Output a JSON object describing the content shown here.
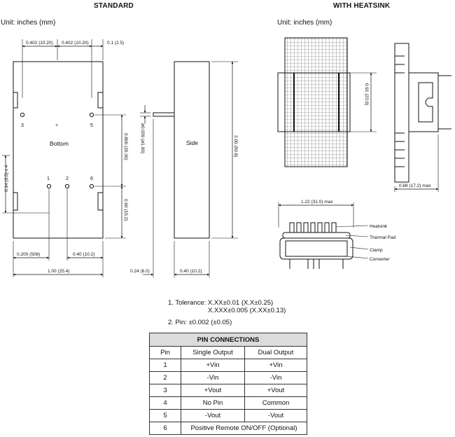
{
  "headings": {
    "standard": "STANDARD",
    "heatsink": "WITH HEATSINK"
  },
  "units": {
    "standard": "Unit: inches (mm)",
    "heatsink": "Unit: inches (mm)"
  },
  "standard_view": {
    "dims": {
      "top_left": "0.402 (10.20)",
      "top_mid": "0.402 (10.20)",
      "top_right": "0.1 (2.5)",
      "pin_spacing_v": "0.800 (20.30)",
      "lower_v": "0.60 (15.2)",
      "left_v": "0.14 (3.5) x 4",
      "bottom_left": "0.200 (508)",
      "bottom_mid": "0.40 (10.2)",
      "overall_width": "1.00 (25.4)"
    },
    "pins": [
      "3",
      "+",
      "5",
      "1",
      "2",
      "6"
    ],
    "bottom_label": "Bottom"
  },
  "side_view": {
    "label": "Side",
    "pin_dia": "ø0.039 (ø1.00)",
    "height": "2.00 (50.8)",
    "pin_len": "0.24 (6.0)",
    "thickness": "0.40 (10.2)"
  },
  "heatsink_view": {
    "height": "0.91 (23.0)",
    "depth": "0.68 (17.2) max",
    "width": "1.22 (31.0) max",
    "callouts": [
      "Heatsink",
      "Thermal Pad",
      "Clamp",
      "Converter"
    ]
  },
  "notes": {
    "tol_line1": "1. Tolerance: X.XX±0.01 (X.X±0.25)",
    "tol_line2": "X.XXX±0.005 (X.XX±0.13)",
    "pin_note": "2. Pin: ±0.002 (±0.05)"
  },
  "pin_table": {
    "title": "PIN CONNECTIONS",
    "headers": [
      "Pin",
      "Single Output",
      "Dual Output"
    ],
    "rows": [
      [
        "1",
        "+Vin",
        "+Vin"
      ],
      [
        "2",
        "-Vin",
        "-Vin"
      ],
      [
        "3",
        "+Vout",
        "+Vout"
      ],
      [
        "4",
        "No Pin",
        "Common"
      ],
      [
        "5",
        "-Vout",
        "-Vout"
      ]
    ],
    "row6_pin": "6",
    "row6_text": "Positive Remote ON/OFF (Optional)"
  }
}
